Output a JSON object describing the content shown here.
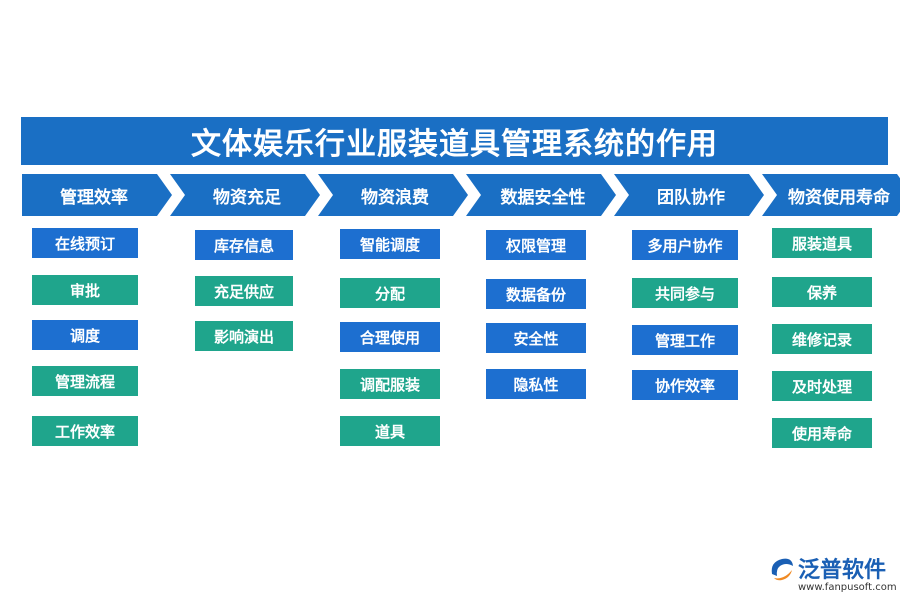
{
  "title": "文体娱乐行业服装道具管理系统的作用",
  "colors": {
    "header": "#1a6fc4",
    "blue_box": "#1d6fd0",
    "teal_box": "#1fa58c",
    "logo_text": "#1a5fb4",
    "logo_orange": "#f08a24"
  },
  "columns": [
    {
      "header": "管理效率",
      "items": [
        {
          "label": "在线预订",
          "color": "blue"
        },
        {
          "label": "审批",
          "color": "teal"
        },
        {
          "label": "调度",
          "color": "blue"
        },
        {
          "label": "管理流程",
          "color": "teal"
        },
        {
          "label": "工作效率",
          "color": "teal"
        }
      ]
    },
    {
      "header": "物资充足",
      "items": [
        {
          "label": "库存信息",
          "color": "blue"
        },
        {
          "label": "充足供应",
          "color": "teal"
        },
        {
          "label": "影响演出",
          "color": "teal"
        }
      ]
    },
    {
      "header": "物资浪费",
      "items": [
        {
          "label": "智能调度",
          "color": "blue"
        },
        {
          "label": "分配",
          "color": "teal"
        },
        {
          "label": "合理使用",
          "color": "blue"
        },
        {
          "label": "调配服装",
          "color": "teal"
        },
        {
          "label": "道具",
          "color": "teal"
        }
      ]
    },
    {
      "header": "数据安全性",
      "items": [
        {
          "label": "权限管理",
          "color": "blue"
        },
        {
          "label": "数据备份",
          "color": "blue"
        },
        {
          "label": "安全性",
          "color": "blue"
        },
        {
          "label": "隐私性",
          "color": "blue"
        }
      ]
    },
    {
      "header": "团队协作",
      "items": [
        {
          "label": "多用户协作",
          "color": "blue"
        },
        {
          "label": "共同参与",
          "color": "teal"
        },
        {
          "label": "管理工作",
          "color": "blue"
        },
        {
          "label": "协作效率",
          "color": "blue"
        }
      ]
    },
    {
      "header": "物资使用寿命",
      "items": [
        {
          "label": "服装道具",
          "color": "teal"
        },
        {
          "label": "保养",
          "color": "teal"
        },
        {
          "label": "维修记录",
          "color": "teal"
        },
        {
          "label": "及时处理",
          "color": "teal"
        },
        {
          "label": "使用寿命",
          "color": "teal"
        }
      ]
    }
  ],
  "logo": {
    "name": "泛普软件",
    "url": "www.fanpusoft.com"
  }
}
